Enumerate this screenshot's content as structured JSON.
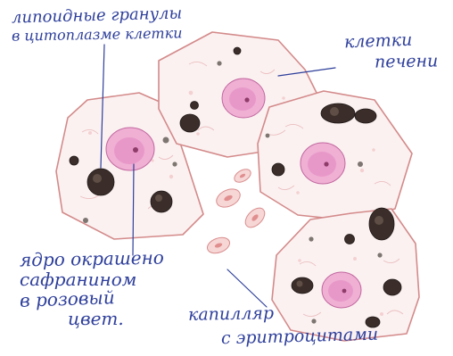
{
  "labels": {
    "lipid": [
      "липоидные гранулы",
      "в цитоплазме клетки"
    ],
    "cells": [
      "клетки",
      "печени"
    ],
    "nucleus": [
      "ядро окрашено",
      "сафранином",
      "в розовый",
      "цвет."
    ],
    "capillary": [
      "капилляр",
      "с эритроцитами"
    ]
  },
  "colors": {
    "ink": "#2e3f9b",
    "cell_border": "#d48a8a",
    "cell_fill": "#fbf1f1",
    "nucleus": "#e79cc8",
    "granule": "#3b2e2a",
    "erythrocyte": "#e9a0a0"
  }
}
